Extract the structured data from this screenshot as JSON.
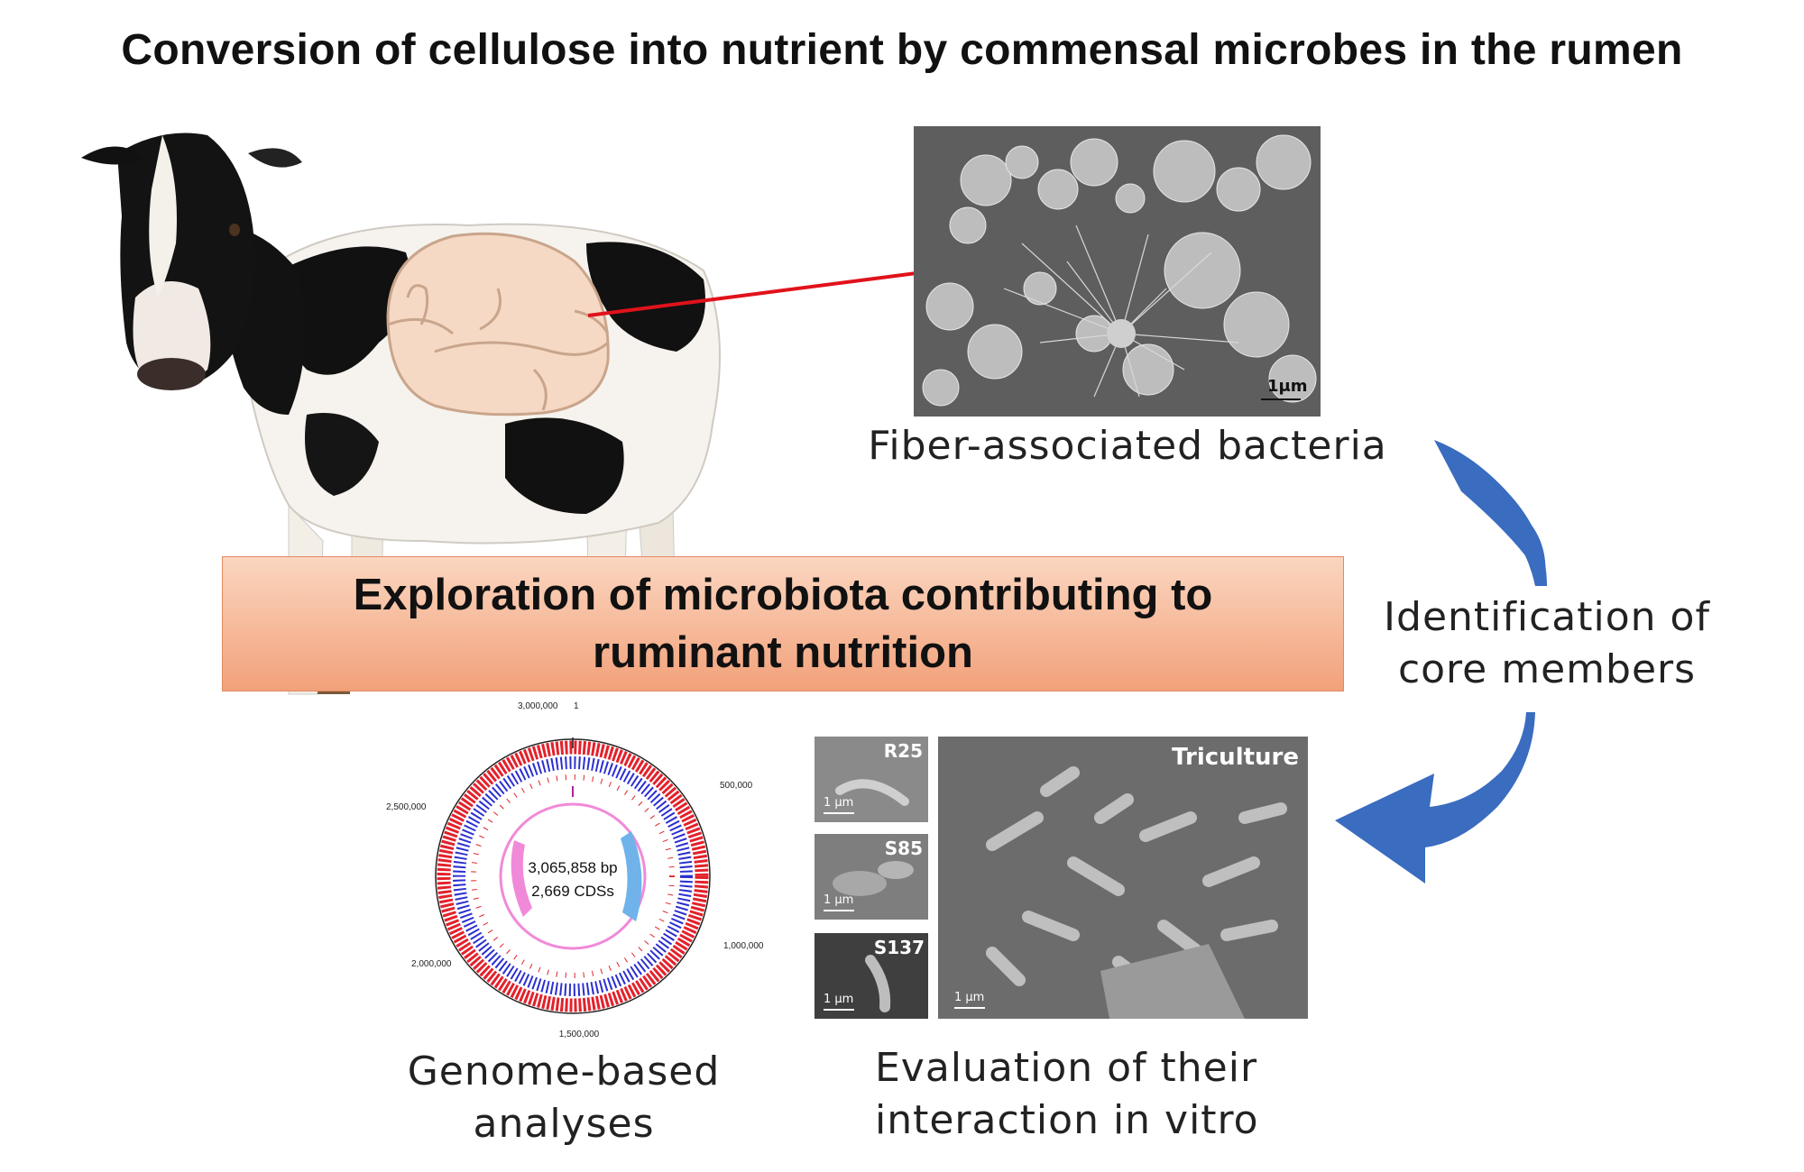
{
  "title": "Conversion of cellulose into nutrient by commensal microbes in the rumen",
  "banner": {
    "line1": "Exploration of microbiota contributing to",
    "line2": "ruminant nutrition"
  },
  "captions": {
    "fiber": "Fiber-associated bacteria",
    "identification_line1": "Identification of",
    "identification_line2": "core members",
    "genome_line1": "Genome-based",
    "genome_line2": "analyses",
    "evaluation_line1": "Evaluation of their",
    "evaluation_line2": "interaction in vitro"
  },
  "sem_fiber": {
    "scale": "1μm"
  },
  "sem_panels": {
    "r25": {
      "label": "R25",
      "scale": "1 μm"
    },
    "s85": {
      "label": "S85",
      "scale": "1 μm"
    },
    "s137": {
      "label": "S137",
      "scale": "1 μm"
    },
    "triculture": {
      "label": "Triculture",
      "scale": "1 μm"
    }
  },
  "genome_map": {
    "size": "3,065,858 bp",
    "cds": "2,669 CDSs",
    "ticks": [
      "1",
      "500,000",
      "1,000,000",
      "1,500,000",
      "2,000,000",
      "2,500,000",
      "3,000,000"
    ]
  },
  "colors": {
    "pointer_line": "#e0121b",
    "arrow_blue": "#3a6cc0",
    "banner_top": "#fbd6c0",
    "banner_bottom": "#f2a17a",
    "genome_forward": "#e3212b",
    "genome_reverse": "#2b2fd0",
    "gc_skew_pos": "#6fb3ea",
    "gc_skew_neg": "#f08ad8"
  },
  "icons": [
    "cow-illustration",
    "rumen-illustration",
    "cycle-arrow-icon"
  ]
}
